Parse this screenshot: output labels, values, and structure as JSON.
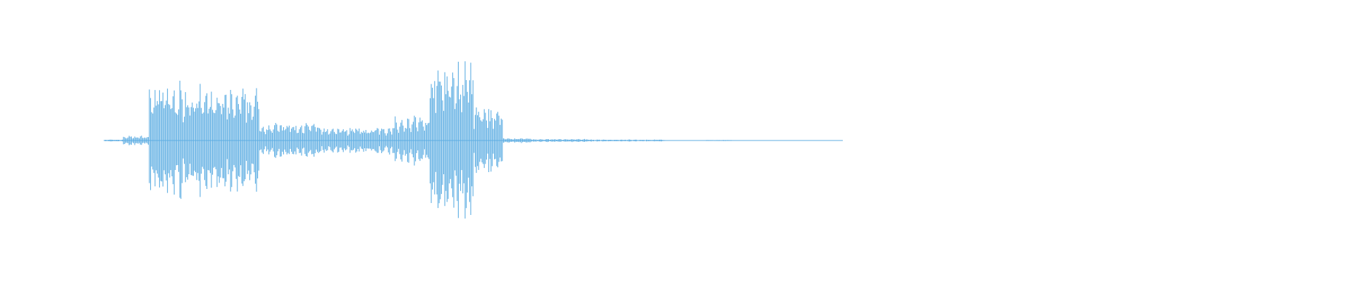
{
  "waveform": {
    "color": "#5DADE2",
    "background": "#FFFFFF",
    "segments": [
      {
        "from": 0.0,
        "to": 0.025,
        "amp": 0.012
      },
      {
        "from": 0.025,
        "to": 0.06,
        "amp": 0.06
      },
      {
        "from": 0.06,
        "to": 0.13,
        "amp": 0.7
      },
      {
        "from": 0.13,
        "to": 0.21,
        "amp": 0.62
      },
      {
        "from": 0.21,
        "to": 0.29,
        "amp": 0.22
      },
      {
        "from": 0.29,
        "to": 0.39,
        "amp": 0.17
      },
      {
        "from": 0.39,
        "to": 0.44,
        "amp": 0.3
      },
      {
        "from": 0.44,
        "to": 0.5,
        "amp": 0.95
      },
      {
        "from": 0.5,
        "to": 0.54,
        "amp": 0.42
      },
      {
        "from": 0.54,
        "to": 0.58,
        "amp": 0.03
      },
      {
        "from": 0.58,
        "to": 0.66,
        "amp": 0.018
      },
      {
        "from": 0.66,
        "to": 0.76,
        "amp": 0.012
      },
      {
        "from": 0.76,
        "to": 0.815,
        "amp": 0.0
      },
      {
        "from": 0.815,
        "to": 0.85,
        "amp": 0.006
      },
      {
        "from": 0.85,
        "to": 1.0,
        "amp": 0.0
      }
    ]
  }
}
